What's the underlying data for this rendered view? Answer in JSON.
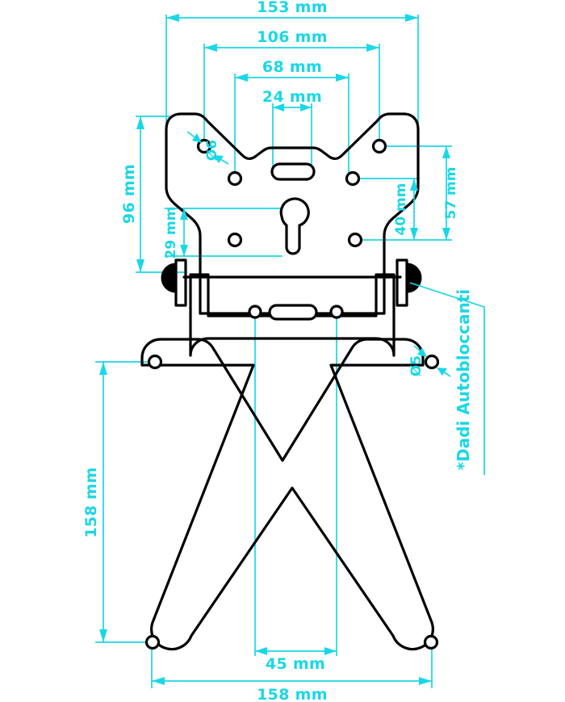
{
  "drawing": {
    "title": "Motorcycle License Plate Holder Bracket - Technical Dimension Drawing",
    "units": "mm",
    "colors": {
      "dimension": "#1ad7e6",
      "outline": "#000000",
      "background": "#ffffff"
    }
  },
  "dimensions": {
    "top_width_outer": "153 mm",
    "top_width_mid": "106 mm",
    "top_width_inner": "68 mm",
    "top_width_notch": "24 mm",
    "left_height_total": "96 mm",
    "left_height_lower": "29 mm",
    "right_height_outer": "57 mm",
    "right_height_inner": "40 mm",
    "bottom_height": "158 mm",
    "bottom_width_inner": "45 mm",
    "bottom_width_outer": "158 mm"
  },
  "callouts": {
    "hole_diameter_6": "Ø6",
    "hole_diameter_5": "Ø5",
    "nuts_note": "*Dadi Autobloccanti"
  },
  "chart_data": {
    "type": "table",
    "title": "Bracket dimensions",
    "categories": [
      "153 mm",
      "106 mm",
      "68 mm",
      "24 mm",
      "96 mm",
      "29 mm",
      "57 mm",
      "40 mm",
      "158 mm",
      "45 mm",
      "158 mm"
    ],
    "values": [
      153,
      106,
      68,
      24,
      96,
      29,
      57,
      40,
      158,
      45,
      158
    ]
  }
}
